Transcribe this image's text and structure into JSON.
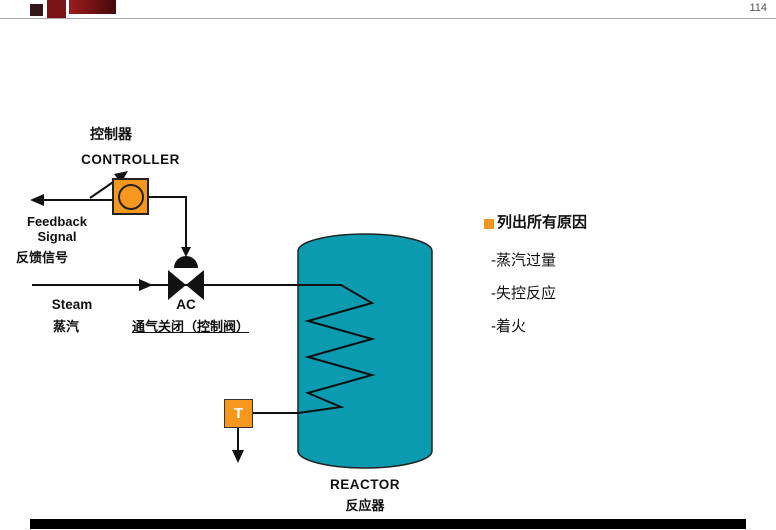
{
  "page": {
    "number": "114"
  },
  "diagram": {
    "controller": {
      "label_cn": "控制器",
      "label_en": "CONTROLLER"
    },
    "feedback": {
      "line1": "Feedback",
      "line2": "Signal",
      "label_cn": "反馈信号"
    },
    "steam": {
      "label_en": "Steam",
      "label_cn": "蒸汽"
    },
    "valve": {
      "label": "AC",
      "label_cn": "通气关闭（控制阀）"
    },
    "sensor": {
      "label": "T"
    },
    "reactor": {
      "label_en": "REACTOR",
      "label_cn": "反应器"
    }
  },
  "notes": {
    "title": "列出所有原因",
    "items": [
      "-蒸汽过量",
      "-失控反应",
      "-着火"
    ]
  },
  "colors": {
    "teal": "#0a9bb0",
    "orange": "#f6981d",
    "red_bar": "#9e1c1f",
    "red_bar_dark": "#45090b",
    "maroon_sq": "#7a1417",
    "dark_sq": "#32161a"
  }
}
